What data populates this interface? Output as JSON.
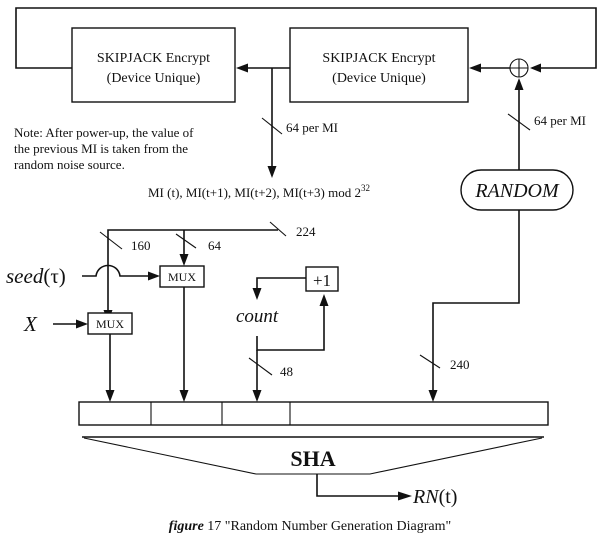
{
  "diagram": {
    "encrypt_left": {
      "line1": "SKIPJACK Encrypt",
      "line2": "(Device Unique)"
    },
    "encrypt_right": {
      "line1": "SKIPJACK Encrypt",
      "line2": "(Device Unique)"
    },
    "xor_symbol": "xor-icon",
    "note": {
      "line1": "Note: After power-up, the value of",
      "line2": "the previous MI is taken from the",
      "line3": "random noise source."
    },
    "labels": {
      "mi_width": "64 per MI",
      "random_width": "64 per MI",
      "mi_sequence": "MI (t), MI(t+1), MI(t+2), MI(t+3) mod 2",
      "mi_sequence_exp": "32",
      "bus_224": "224",
      "bus_160": "160",
      "bus_64": "64",
      "count_48": "48",
      "random_240": "240"
    },
    "random_source": "RANDOM",
    "seed": {
      "name": "seed",
      "arg": "(τ)"
    },
    "x_input": "X",
    "mux_upper": "MUX",
    "mux_lower": "MUX",
    "incrementer": "+1",
    "count": "count",
    "sha": "SHA",
    "output": {
      "name": "RN",
      "arg": "(t)"
    },
    "caption": {
      "prefix": "figure",
      "text": " 17 \"Random Number Generation Diagram\""
    }
  }
}
